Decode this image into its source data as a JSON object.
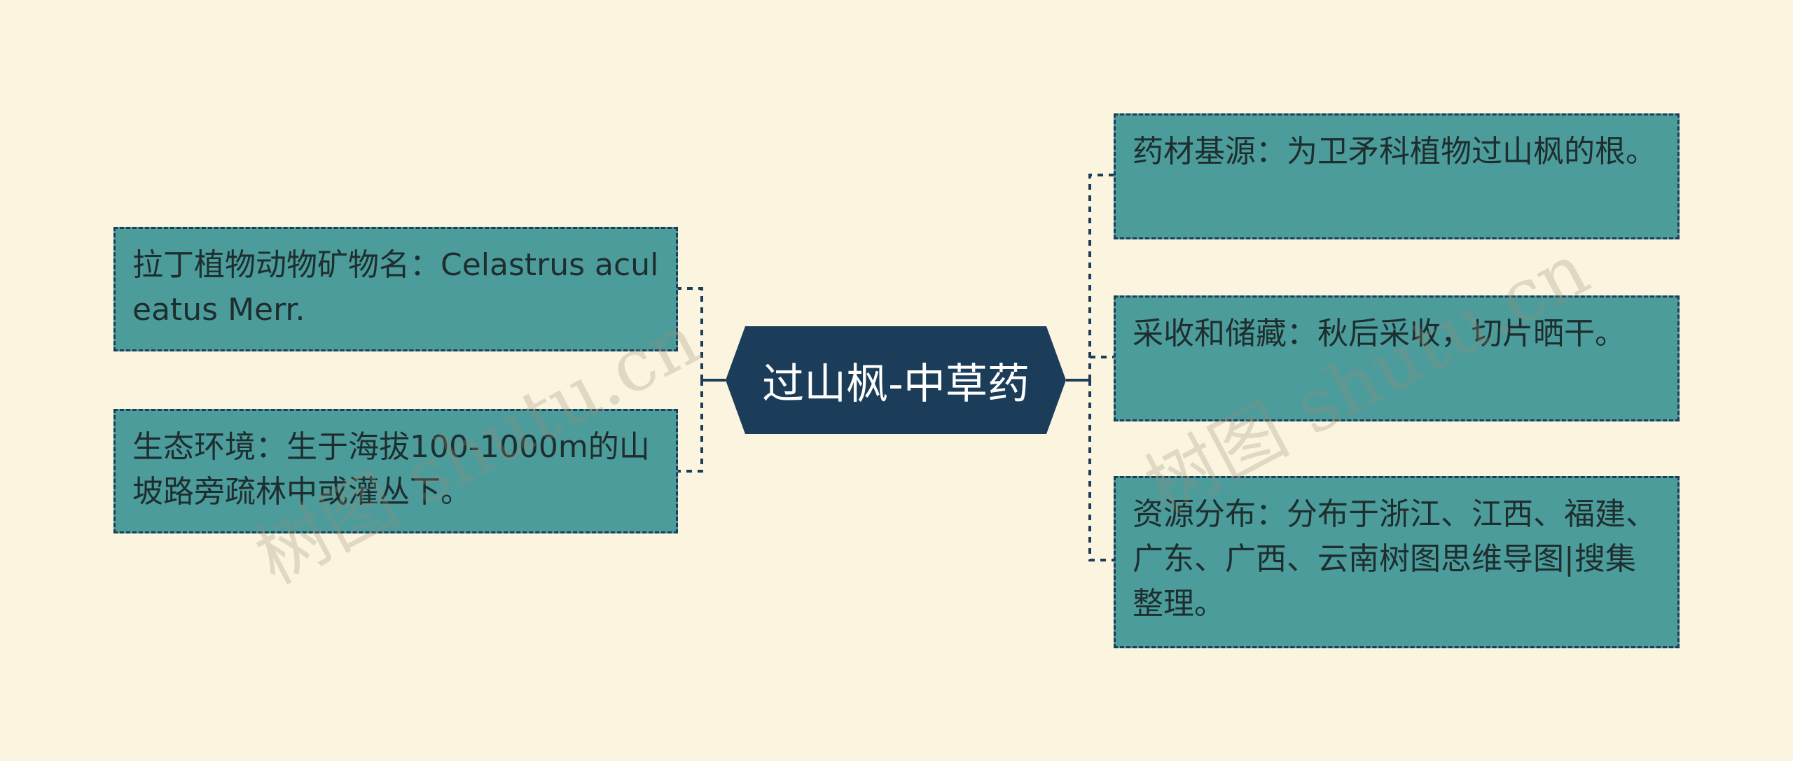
{
  "root": {
    "title": "过山枫-中草药"
  },
  "left_nodes": [
    {
      "text": "拉丁植物动物矿物名：Celastrus aculeatus Merr."
    },
    {
      "text": "生态环境：生于海拔100-1000m的山坡路旁疏林中或灌丛下。"
    }
  ],
  "right_nodes": [
    {
      "text": "药材基源：为卫矛科植物过山枫的根。"
    },
    {
      "text": "采收和储藏：秋后采收，切片晒干。"
    },
    {
      "text": "资源分布：分布于浙江、江西、福建、广东、广西、云南树图思维导图|搜集整理。"
    }
  ],
  "watermarks": [
    "树图 shutu.cn",
    "树图 shutu.cn"
  ],
  "colors": {
    "background": "#fbf5e0",
    "root_fill": "#1c3d59",
    "node_fill": "#4d9c9c",
    "node_border": "#1c3d59",
    "connector": "#1c3d59"
  }
}
